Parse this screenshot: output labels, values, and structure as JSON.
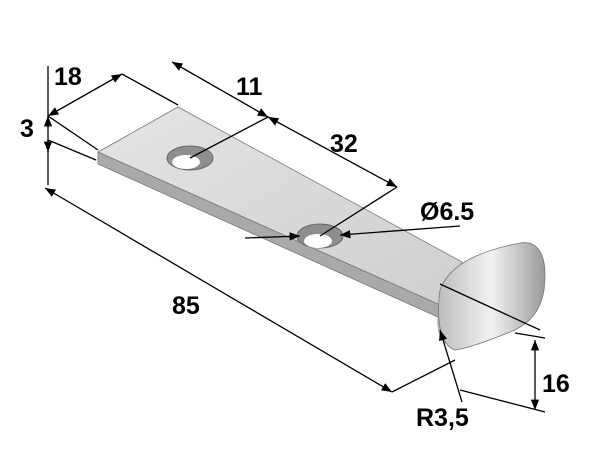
{
  "drawing": {
    "dimensions": {
      "width": "18",
      "thickness": "3",
      "hole_offset": "11",
      "hole_spacing": "32",
      "hole_diameter": "Ø6.5",
      "length": "85",
      "hook_height": "16",
      "bend_radius": "R3,5"
    }
  }
}
